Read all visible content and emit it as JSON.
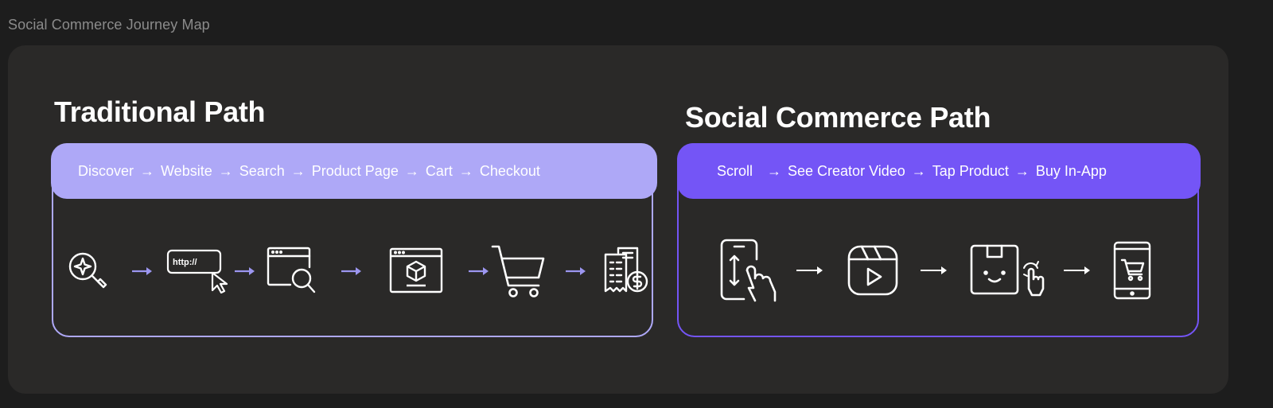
{
  "page_label": "Social Commerce Journey Map",
  "traditional": {
    "title": "Traditional Path",
    "steps": [
      "Discover",
      "Website",
      "Search",
      "Product Page",
      "Cart",
      "Checkout"
    ],
    "url_text": "http://",
    "colors": {
      "pill": "#aea8f7",
      "border": "#aea8f7",
      "text": "#ffffff",
      "connector": "#9c96f0"
    }
  },
  "social": {
    "title": "Social Commerce Path",
    "steps": [
      "Scroll",
      "See Creator Video",
      "Tap Product",
      "Buy In-App"
    ],
    "colors": {
      "pill": "#7455f6",
      "border": "#7455f6",
      "text": "#ffffff",
      "connector": "#ffffff"
    }
  },
  "icons": {
    "traditional": [
      "sparkle-search-icon",
      "url-cursor-icon",
      "browser-search-icon",
      "product-page-icon",
      "shopping-cart-icon",
      "receipt-payment-icon"
    ],
    "social": [
      "phone-swipe-icon",
      "video-play-icon",
      "product-box-tap-icon",
      "mobile-cart-icon"
    ]
  }
}
